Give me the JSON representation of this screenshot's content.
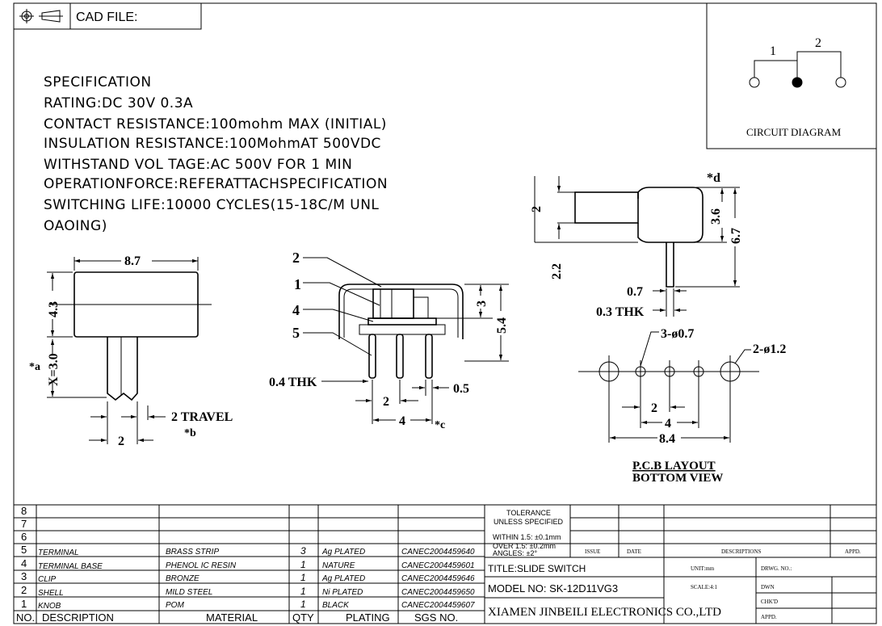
{
  "header": {
    "cad_file_label": "CAD FILE:"
  },
  "specification": {
    "lines": [
      "SPECIFICATION",
      "RATING:DC  30V  0.3A",
      "CONTACT  RESISTANCE:100mohm  MAX  (INITIAL)",
      "INSULATION  RESISTANCE:100MohmAT  500VDC",
      "WITHSTAND  VOL  TAGE:AC  500V  FOR  1  MIN",
      "OPERATIONFORCE:REFERATTACHSPECIFICATION",
      "SWITCHING  LIFE:10000  CYCLES(15-18C/M  UNL",
      "OAOING)"
    ]
  },
  "circuit": {
    "title": "CIRCUIT DIAGRAM",
    "label1": "1",
    "label2": "2"
  },
  "front_view": {
    "width": "8.7",
    "height": "4.3",
    "x_dim": "X=3.0",
    "note_a": "*a",
    "travel": "2  TRAVEL",
    "note_b": "*b",
    "bottom": "2"
  },
  "side_view": {
    "callouts": [
      "2",
      "1",
      "4",
      "5"
    ],
    "thk": "0.4  THK",
    "pitch": "2",
    "pin": "0.5",
    "span": "4",
    "note_c": "*c",
    "h3": "3",
    "h54": "5.4"
  },
  "right_view": {
    "note_d": "*d",
    "d2": "2",
    "d36": "3.6",
    "d67": "6.7",
    "d22": "2.2",
    "d07": "0.7",
    "thk": "0.3  THK"
  },
  "pcb": {
    "holes_small": "3-ø0.7",
    "holes_big": "2-ø1.2",
    "d2": "2",
    "d4": "4",
    "d84": "8.4",
    "title": "P.C.B  LAYOUT",
    "subtitle": "BOTTOM  VIEW"
  },
  "bom": {
    "headers": {
      "no": "NO.",
      "desc": "DESCRIPTION",
      "material": "MATERIAL",
      "qty": "QTY",
      "plating": "PLATING",
      "sgs": "SGS  NO."
    },
    "rows": [
      {
        "no": "8",
        "desc": "",
        "material": "",
        "qty": "",
        "plating": "",
        "sgs": ""
      },
      {
        "no": "7",
        "desc": "",
        "material": "",
        "qty": "",
        "plating": "",
        "sgs": ""
      },
      {
        "no": "6",
        "desc": "",
        "material": "",
        "qty": "",
        "plating": "",
        "sgs": ""
      },
      {
        "no": "5",
        "desc": "TERMINAL",
        "material": "BRASS STRIP",
        "qty": "3",
        "plating": "Ag PLATED",
        "sgs": "CANEC2004459640"
      },
      {
        "no": "4",
        "desc": "TERMINAL BASE",
        "material": "PHENOL IC RESIN",
        "qty": "1",
        "plating": "NATURE",
        "sgs": "CANEC2004459601"
      },
      {
        "no": "3",
        "desc": "CLIP",
        "material": "BRONZE",
        "qty": "1",
        "plating": "Ag PLATED",
        "sgs": "CANEC2004459646"
      },
      {
        "no": "2",
        "desc": "SHELL",
        "material": "MILD STEEL",
        "qty": "1",
        "plating": "Ni PLATED",
        "sgs": "CANEC2004459650"
      },
      {
        "no": "1",
        "desc": "KNOB",
        "material": "POM",
        "qty": "1",
        "plating": "BLACK",
        "sgs": "CANEC2004459607"
      }
    ]
  },
  "title_block": {
    "tolerance": "TOLERANCE",
    "unless": "UNLESS  SPECIFIED",
    "within": "WITHIN  1.5: ±0.1mm",
    "over": "OVER  1.5:  ±0.2mm",
    "angles": "ANGLES: ±2°",
    "issue": "ISSUE",
    "date": "DATE",
    "descriptions": "DESCRIPTIONS",
    "appd": "APPD.",
    "title": "TITLE:SLIDE  SWITCH",
    "model": "MODEL  NO: SK-12D11VG3",
    "company": "XIAMEN JINBEILI ELECTRONICS CO.,LTD",
    "unit": "UNIT:mm",
    "scale": "SCALE:4:1",
    "drwg": "DRWG.  NO.:",
    "dwn": "DWN",
    "chkd": "CHK'D",
    "appd2": "APPD."
  }
}
